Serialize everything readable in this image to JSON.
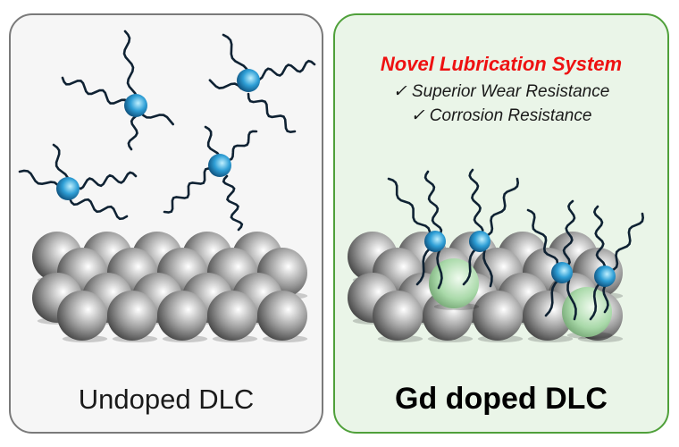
{
  "left_panel": {
    "label": "Undoped DLC",
    "border_color": "#7a7a7a",
    "background": "#f6f6f6",
    "free_molecules": 4
  },
  "right_panel": {
    "title": "Novel Lubrication System",
    "title_color": "#ee1111",
    "benefits": [
      {
        "check": "✓",
        "text": "Superior Wear Resistance"
      },
      {
        "check": "✓",
        "text": "Corrosion Resistance"
      }
    ],
    "label": "Gd doped DLC",
    "border_color": "#4fa03a",
    "background": "#eaf5e8",
    "adsorbed_molecules": 4,
    "dopant_sites": 2
  },
  "colors": {
    "molecule_head": "#2f9fd6",
    "chain": "#0f2233",
    "carbon_atom": "#9a9a9a",
    "gd_atom": "#a9d9a9"
  }
}
